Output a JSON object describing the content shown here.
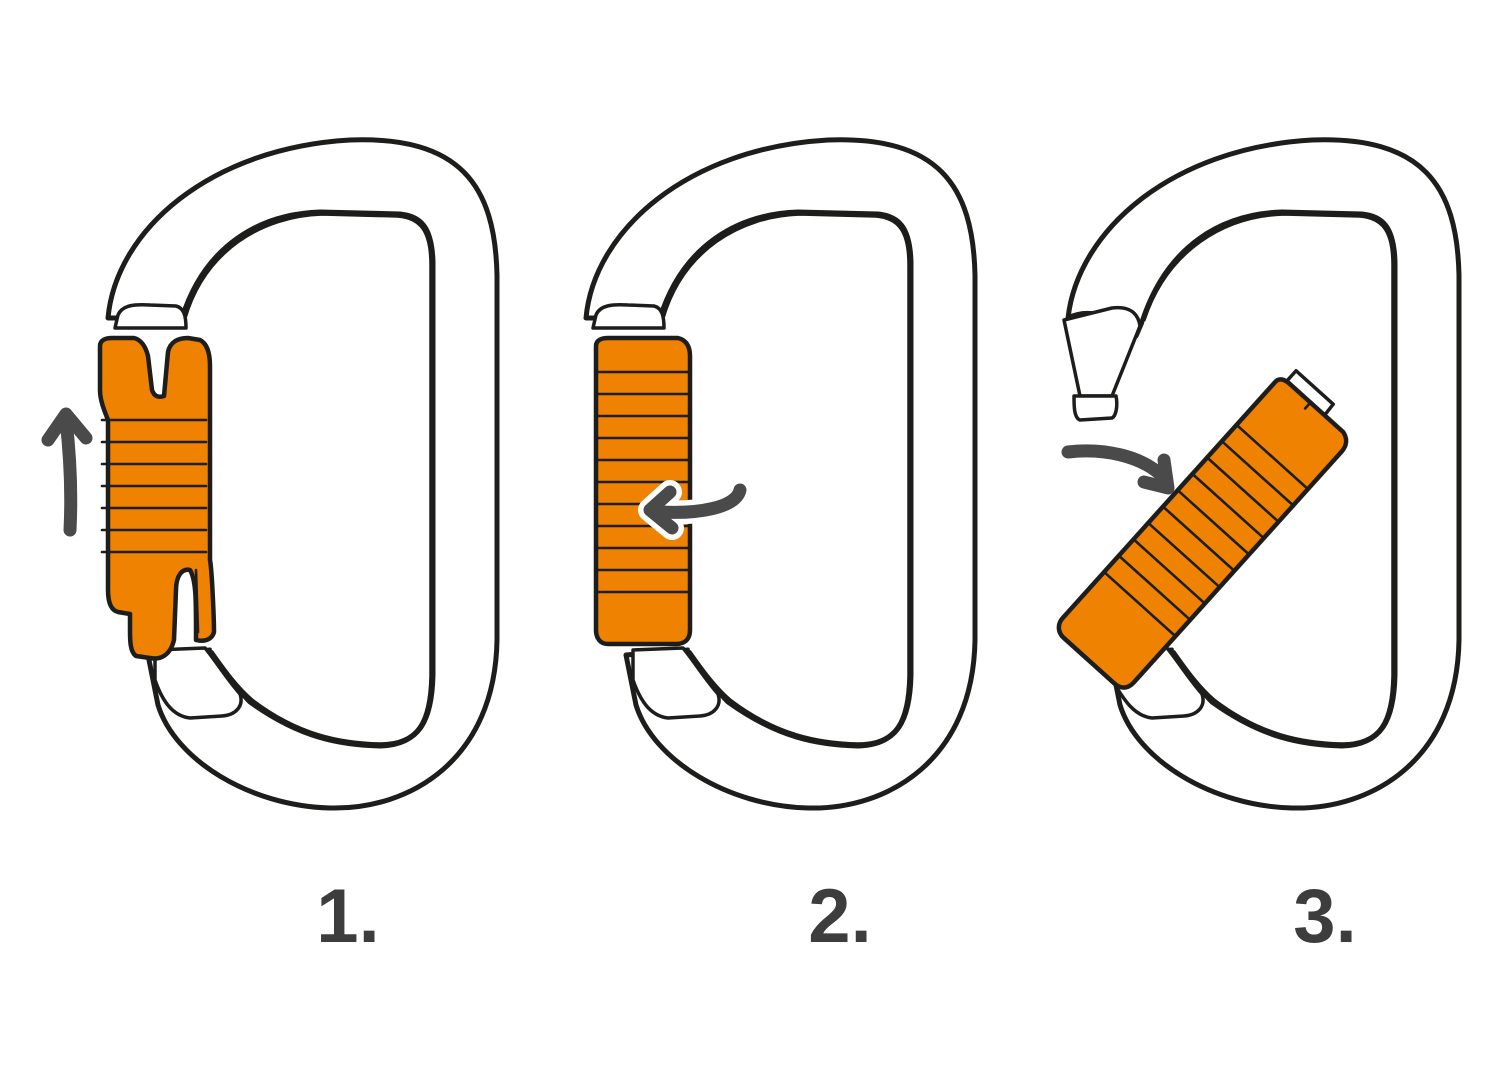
{
  "colors": {
    "sleeve": "#ef8200",
    "outline": "#1d1d1b",
    "arrow": "#4a4a4a",
    "label": "#3d3d3d"
  },
  "steps": [
    {
      "label": "1.",
      "action": "slide-up-arrow-icon"
    },
    {
      "label": "2.",
      "action": "rotate-arrow-icon"
    },
    {
      "label": "3.",
      "action": "open-gate-arrow-icon"
    }
  ]
}
